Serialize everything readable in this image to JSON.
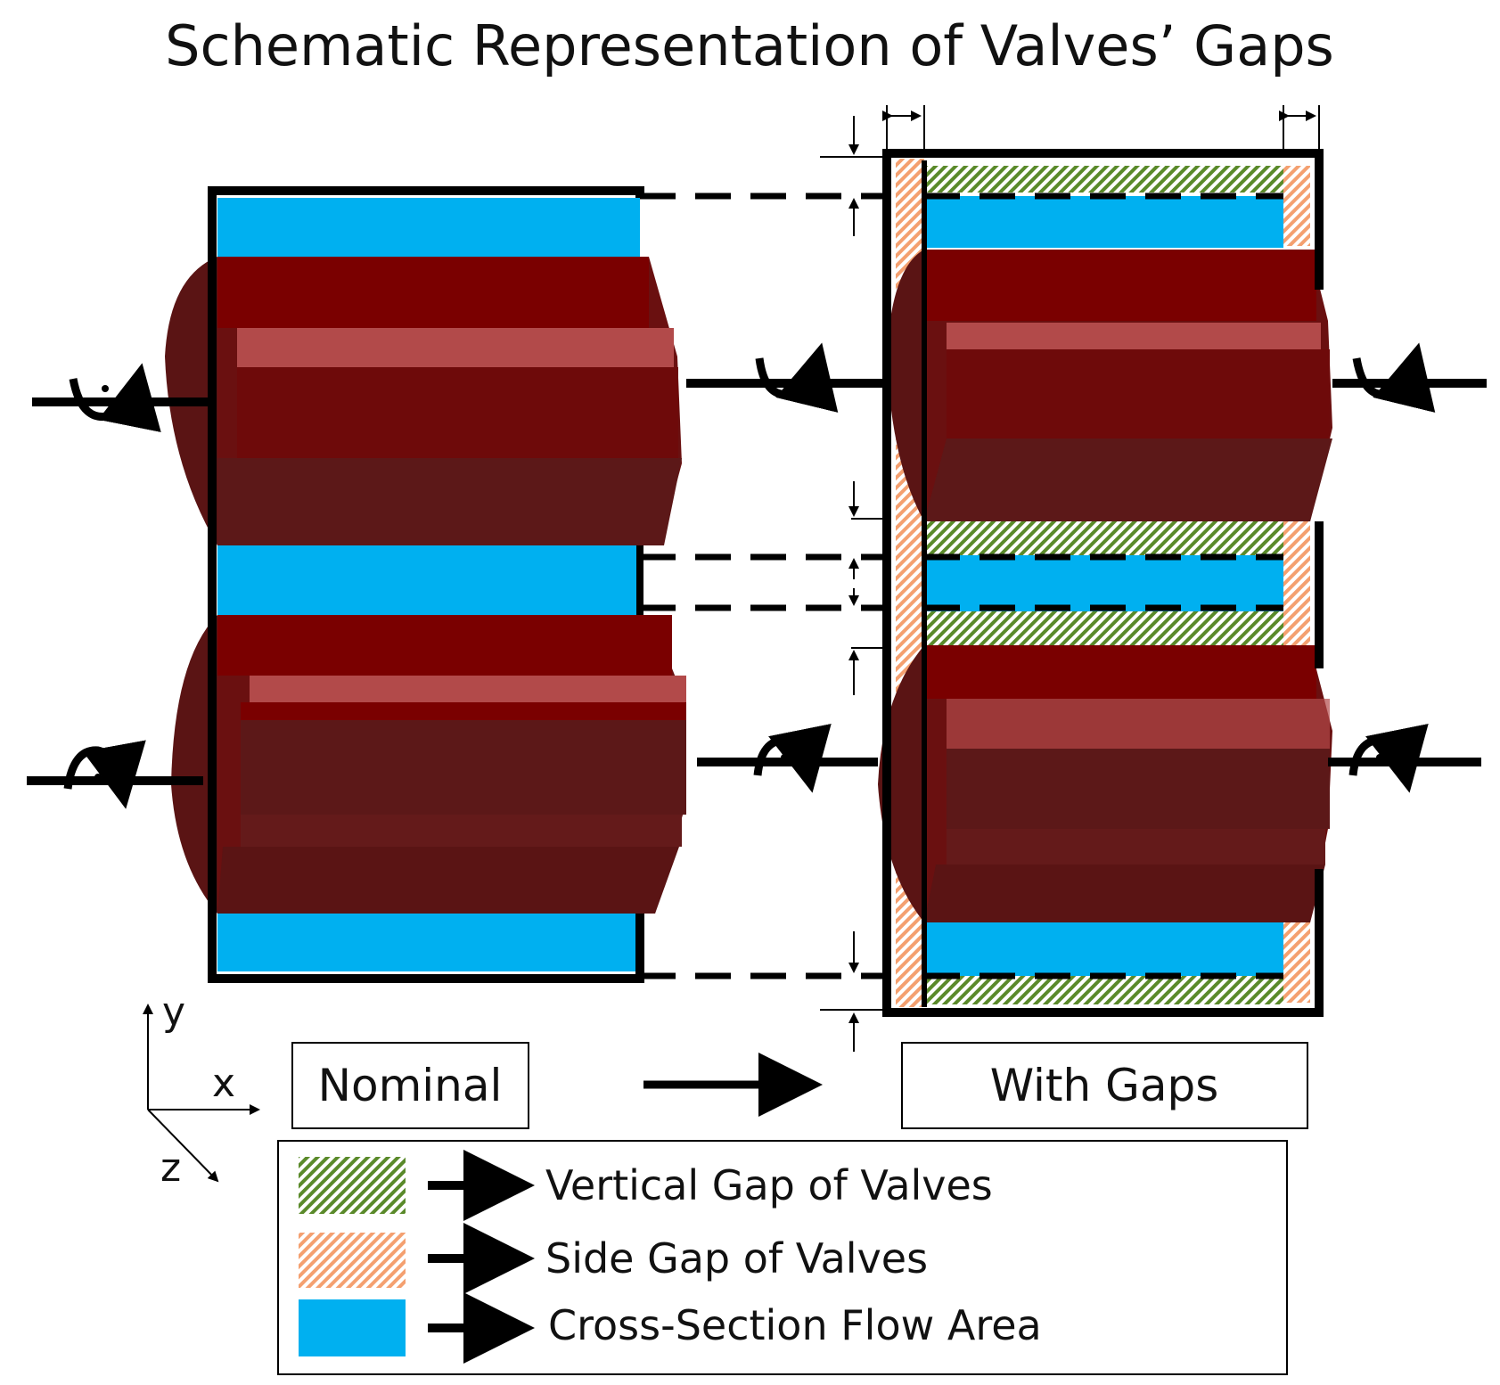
{
  "title": "Schematic Representation of Valves’ Gaps",
  "labels": {
    "nominal": "Nominal",
    "with_gaps": "With Gaps"
  },
  "axes": {
    "y": "y",
    "x": "x",
    "z": "z"
  },
  "legend": {
    "vertical_gap": "Vertical Gap of Valves",
    "side_gap": "Side Gap of Valves",
    "flow_area": "Cross-Section Flow Area"
  },
  "colors": {
    "flow_area": "#00b0f0",
    "valve_body": "#7a0000",
    "valve_dark": "#5c1515",
    "valve_highlight": "#b24a4a",
    "vertical_gap": "#5a8a2a",
    "side_gap": "#f4a070",
    "outline": "#000000"
  }
}
